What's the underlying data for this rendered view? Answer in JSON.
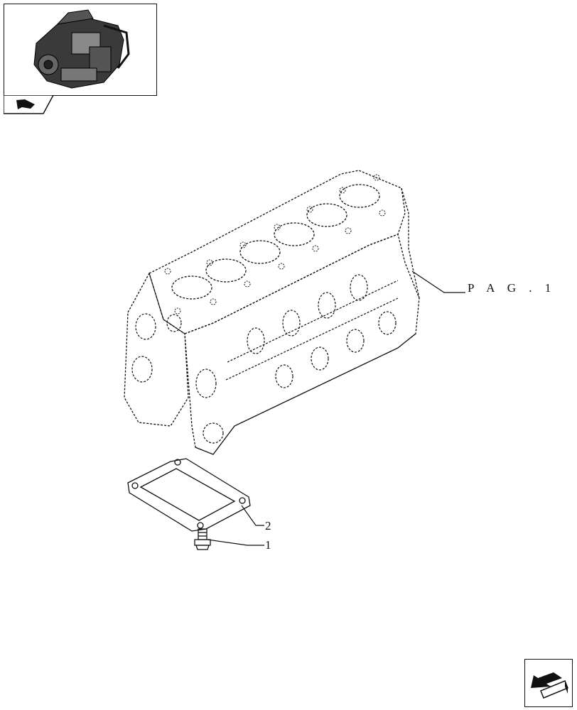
{
  "diagram": {
    "callouts": {
      "pag": "P A G . 1",
      "item_2": "2",
      "item_1": "1"
    }
  },
  "icons": {
    "thumbnail": "engine-thumbnail-icon",
    "tab": "book-page-icon",
    "nav": "next-page-arrow-icon"
  },
  "colors": {
    "line": "#111111",
    "background": "#ffffff"
  }
}
